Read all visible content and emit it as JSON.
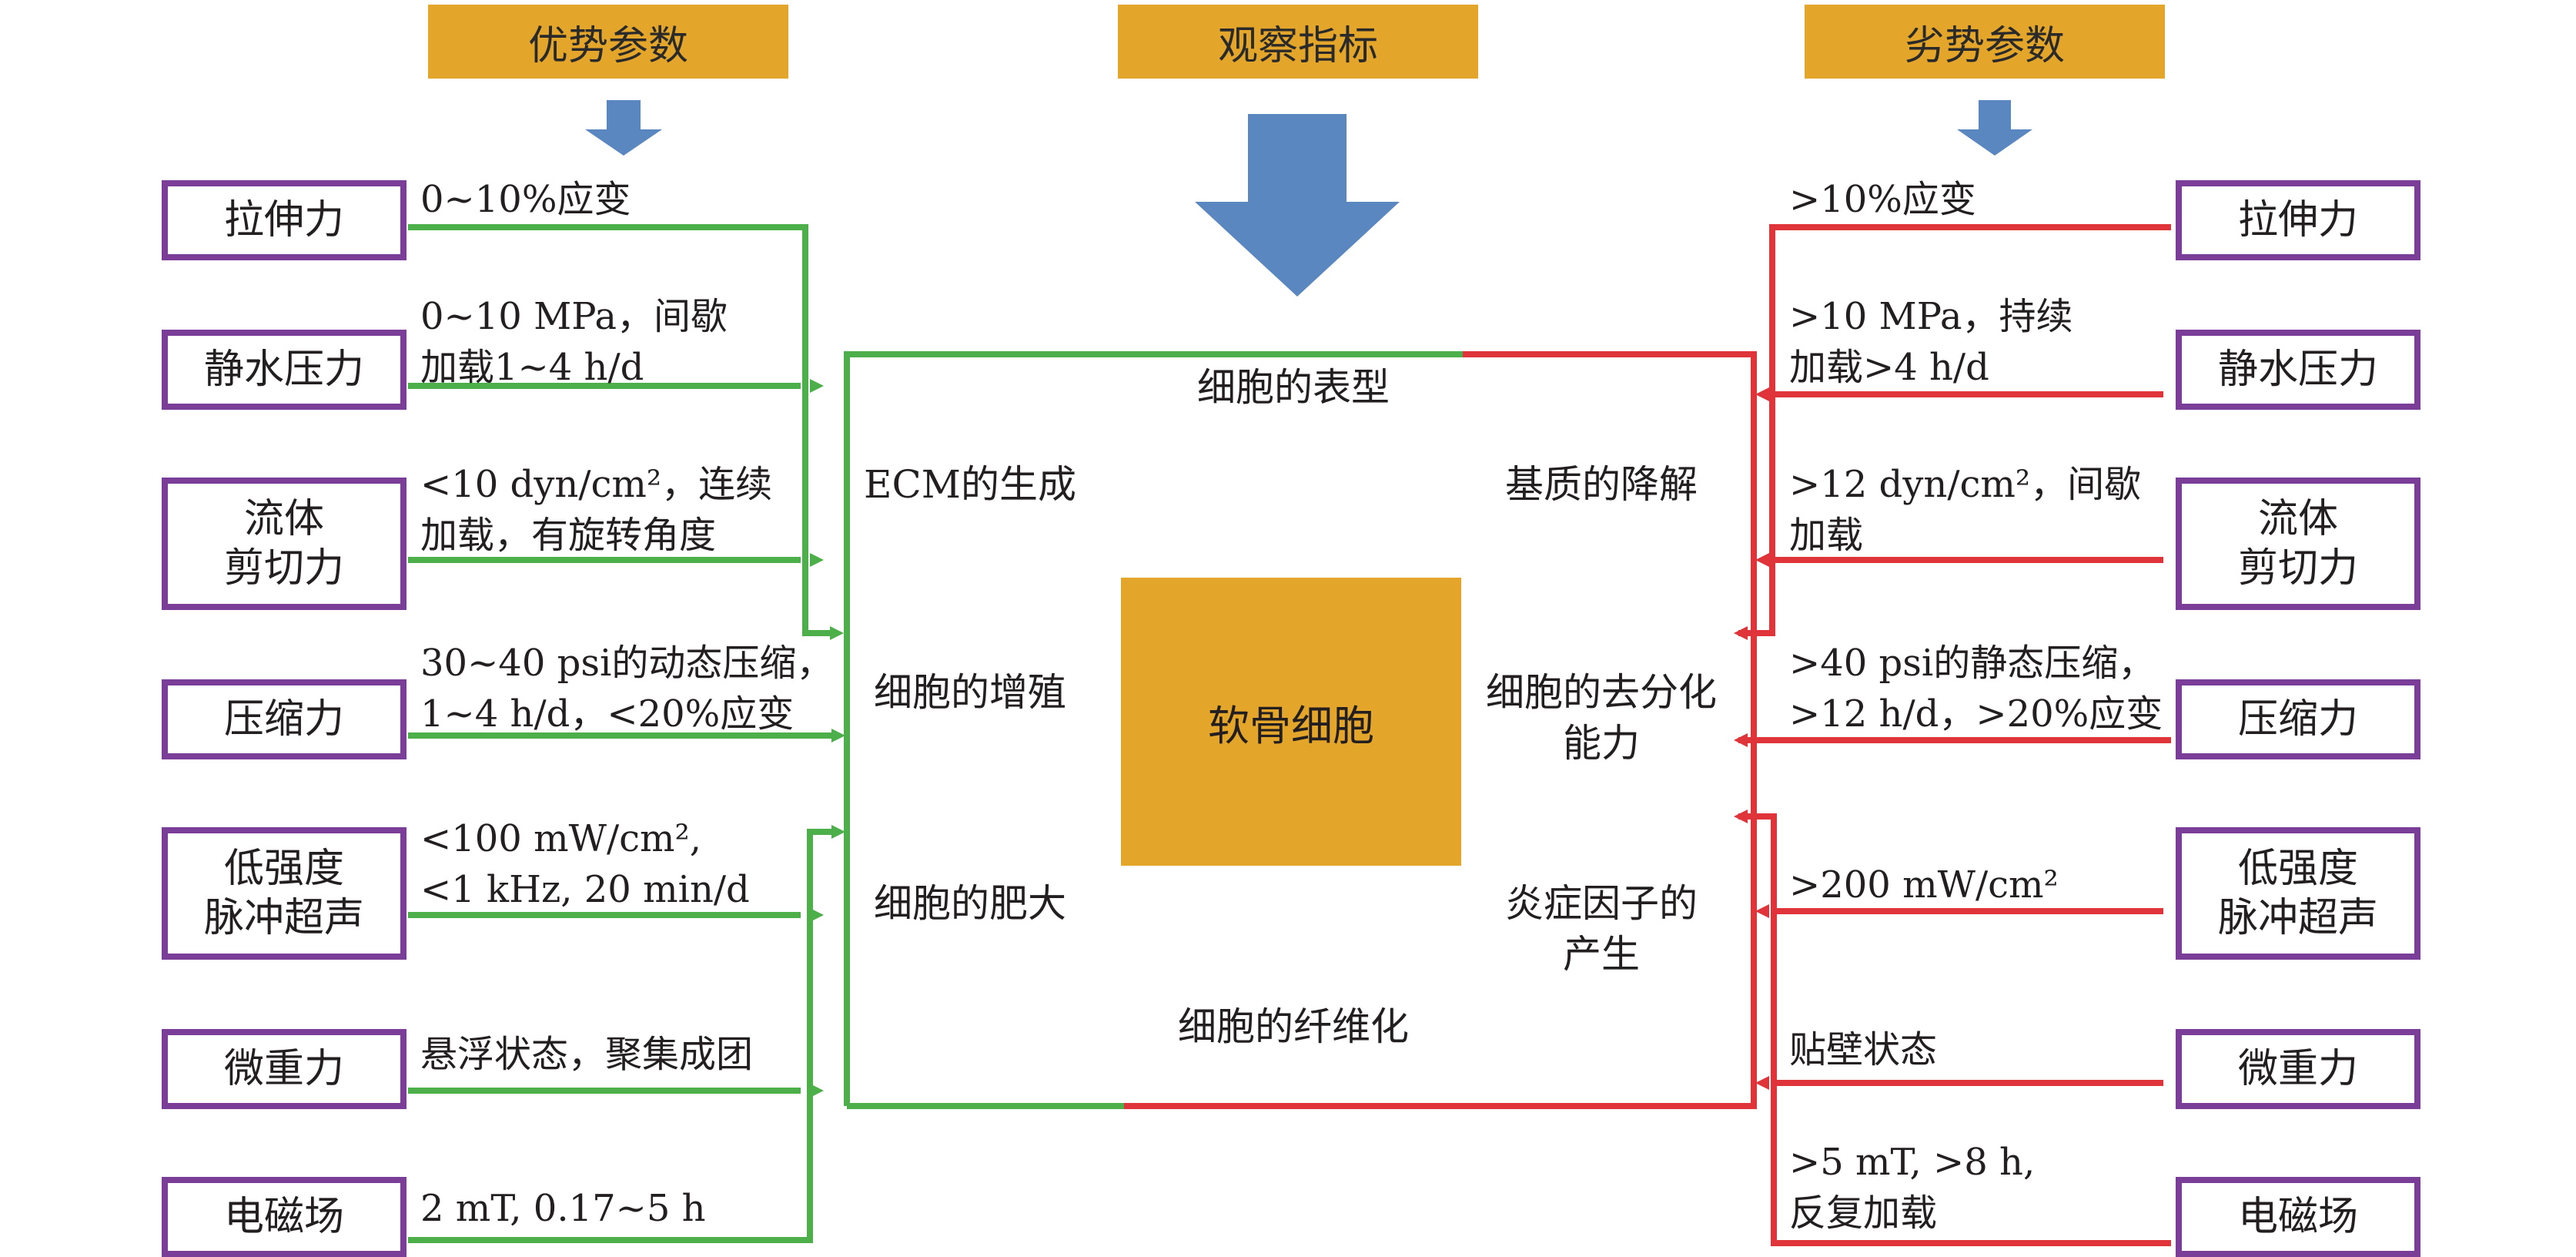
{
  "headers": {
    "advantage": "优势参数",
    "indicator": "观察指标",
    "disadvantage": "劣势参数"
  },
  "left_params": [
    {
      "name": "拉伸力",
      "condition": "0~10%应变"
    },
    {
      "name": "静水压力",
      "condition": "0~10 MPa，间歇\n加载1~4 h/d"
    },
    {
      "name": "流体\n剪切力",
      "condition": "<10 dyn/cm²，连续\n加载，有旋转角度"
    },
    {
      "name": "压缩力",
      "condition": "30~40 psi的动态压缩，\n1~4 h/d，<20%应变"
    },
    {
      "name": "低强度\n脉冲超声",
      "condition": "<100 mW/cm²,\n<1 kHz, 20 min/d"
    },
    {
      "name": "微重力",
      "condition": "悬浮状态，聚集成团"
    },
    {
      "name": "电磁场",
      "condition": "2 mT, 0.17~5 h"
    }
  ],
  "right_params": [
    {
      "name": "拉伸力",
      "condition": ">10%应变"
    },
    {
      "name": "静水压力",
      "condition": ">10 MPa，持续\n加载>4 h/d"
    },
    {
      "name": "流体\n剪切力",
      "condition": ">12 dyn/cm²，间歇\n加载"
    },
    {
      "name": "压缩力",
      "condition": ">40 psi的静态压缩，\n>12 h/d，>20%应变"
    },
    {
      "name": "低强度\n脉冲超声",
      "condition": ">200 mW/cm²"
    },
    {
      "name": "微重力",
      "condition": "贴壁状态"
    },
    {
      "name": "电磁场",
      "condition": ">5 mT, >8 h,\n 反复加载"
    }
  ],
  "center": {
    "core": "软骨细胞",
    "top": "细胞的表型",
    "bottom": "细胞的纤维化",
    "left": [
      "ECM的生成",
      "细胞的增殖",
      "细胞的肥大"
    ],
    "right": [
      "基质的降解",
      "细胞的去分化\n能力",
      "炎症因子的\n产生"
    ]
  },
  "colors": {
    "positive": "#4daf4a",
    "negative": "#e0343b",
    "box_border": "#7a3e99",
    "header_fill": "#e4a62a",
    "arrow": "#5b87c1"
  }
}
